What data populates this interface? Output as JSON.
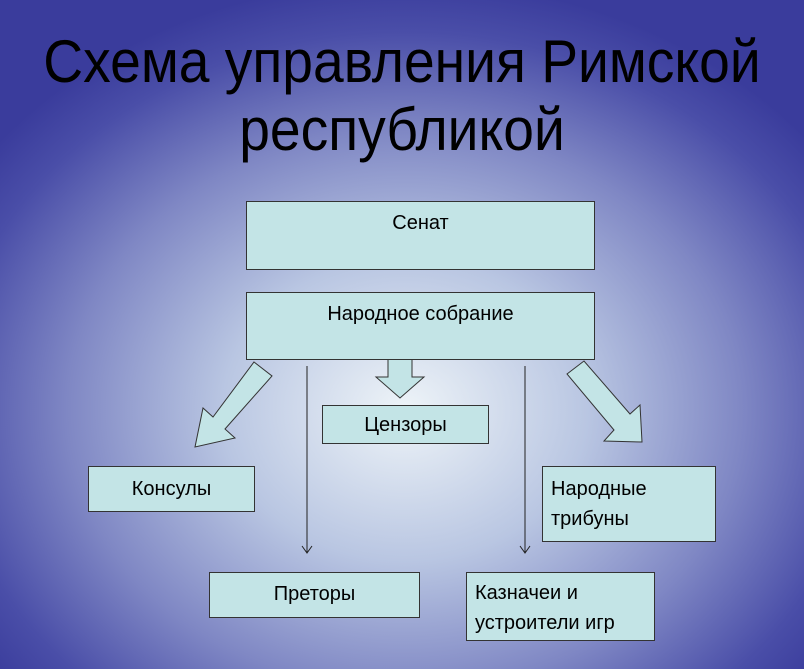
{
  "title": {
    "line1": "Схема управления Римской",
    "line2": "республикой"
  },
  "boxes": {
    "senate": "Сенат",
    "assembly": "Народное собрание",
    "censors": "Цензоры",
    "consuls": "Консулы",
    "tribunes_line1": "Народные",
    "tribunes_line2": "трибуны",
    "praetors": "Преторы",
    "treasurers_line1": "Казначеи и",
    "treasurers_line2": "устроители игр"
  },
  "colors": {
    "box_fill": "#c3e4e6",
    "background_edge": "#3a3c9c"
  }
}
